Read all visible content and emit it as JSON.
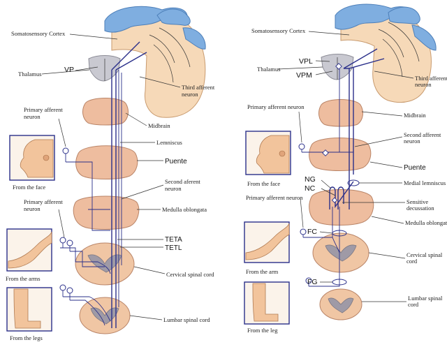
{
  "left": {
    "labels": {
      "somatosensory_cortex": "Somatosensory Cortex",
      "thalamus": "Thalamus",
      "vp": "VP",
      "third_afferent": "Third afferent neuron",
      "primary_afferent": "Primary afferent neuron",
      "midbrain": "Midbrain",
      "lemniscus": "Lemniscus",
      "puente": "Puente",
      "from_face": "From the face",
      "second_afferent": "Second aferent neuron",
      "medulla": "Medulla oblongata",
      "primary_afferent_2": "Primary afferent neuron",
      "teta": "TETA",
      "tetl": "TETL",
      "cervical": "Cervical spinal cord",
      "from_arms": "From the arms",
      "lumbar": "Lumbar spinal cord",
      "from_legs": "From the legs"
    }
  },
  "right": {
    "labels": {
      "somatosensory_cortex": "Somatosensory Cortex",
      "thalamus": "Thalamus",
      "vpl": "VPL",
      "vpm": "VPM",
      "third_afferent": "Third afferent neuron",
      "primary_afferent": "Primary afferent neuron",
      "midbrain": "Midbrain",
      "second_afferent": "Second afferent neuron",
      "puente": "Puente",
      "from_face": "From the face",
      "ng": "NG",
      "nc": "NC",
      "medial_lemniscus": "Medial lemniscus",
      "primary_afferent_2": "Primary afferent neuron",
      "sensitive_decussation": "Sensitive decussation",
      "medulla": "Medulla oblongata",
      "fc": "FC",
      "cervical": "Cervical spinal cord",
      "from_arm": "From the arm",
      "fg": "FG",
      "lumbar": "Lumbar spinal cord",
      "from_leg": "From the leg"
    }
  }
}
